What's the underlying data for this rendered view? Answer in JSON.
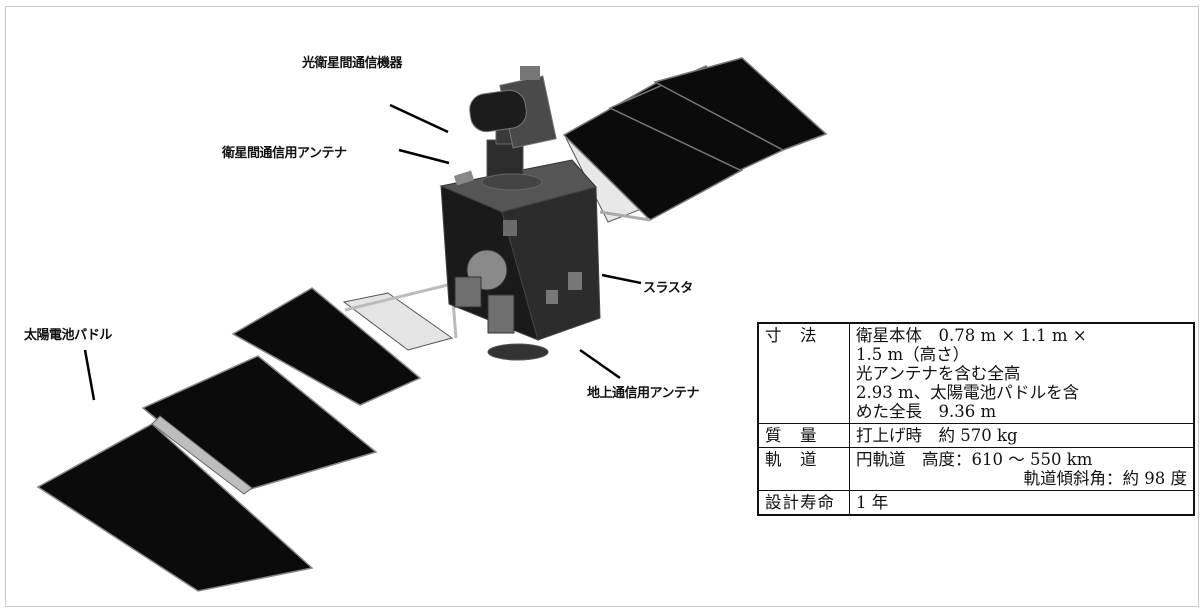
{
  "labels": {
    "optical_comm": "光衛星間通信機器",
    "isl_antenna": "衛星間通信用アンテナ",
    "thruster": "スラスタ",
    "solar_paddle": "太陽電池パドル",
    "ground_antenna": "地上通信用アンテナ"
  },
  "spec_table": {
    "rows": [
      {
        "key": "寸　法",
        "lines": [
          "衛星本体　0.78 m × 1.1 m ×",
          "1.5 m（高さ）",
          "光アンテナを含む全高",
          "2.93 m、太陽電池パドルを含",
          "めた全長　9.36 m"
        ]
      },
      {
        "key": "質　量",
        "lines": [
          "打上げ時　約 570 kg"
        ]
      },
      {
        "key": "軌　道",
        "lines": [
          "円軌道　高度：610 〜 550 km",
          "軌道傾斜角：約 98 度"
        ]
      },
      {
        "key": "設計寿命",
        "lines": [
          "1 年"
        ]
      }
    ]
  },
  "colors": {
    "panel": "#0b0b0b",
    "body": "#2a2a2a",
    "boom": "#cfcfcf"
  }
}
